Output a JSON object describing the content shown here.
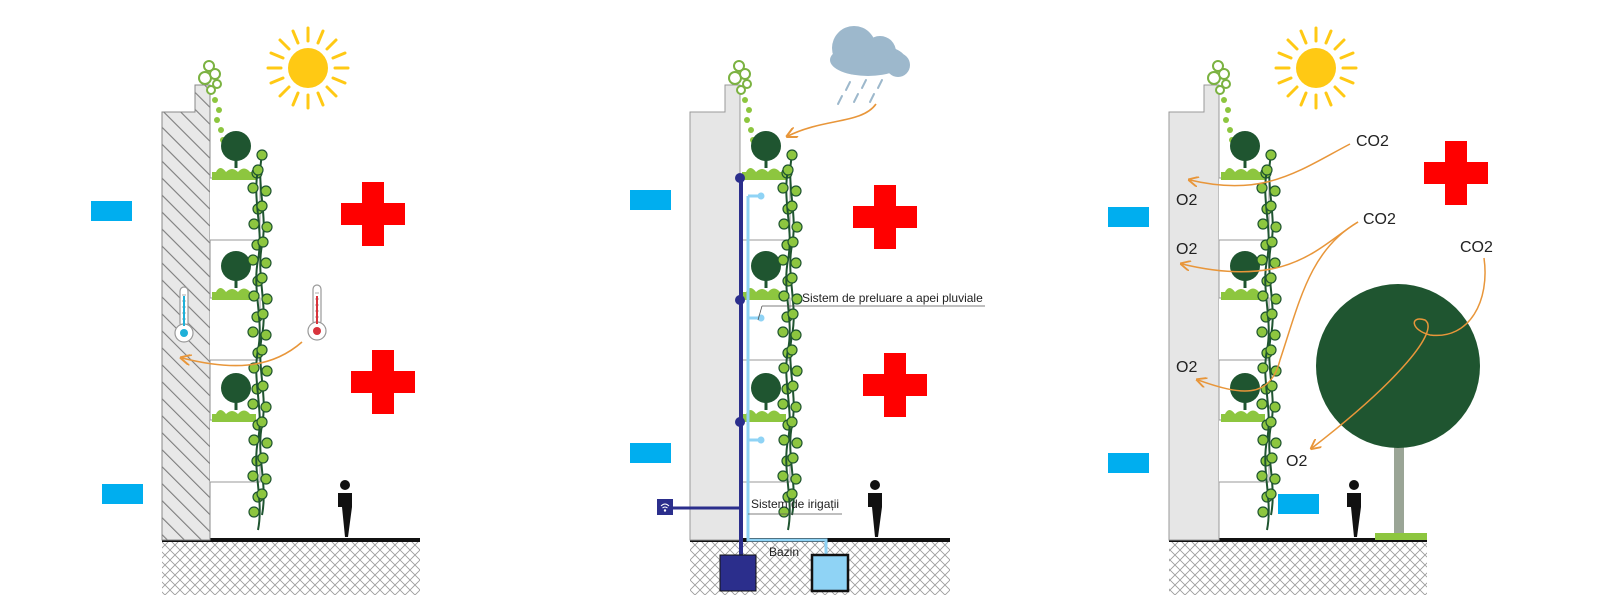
{
  "title": "Green wall benefits diagram",
  "colors": {
    "plant_dark": "#1f5530",
    "plant_light": "#8dc63f",
    "plus_red": "#ff0000",
    "minus_blue": "#00aeef",
    "arrow_orange": "#e8963a",
    "wall_gray": "#e6e6e6",
    "pipe_dark": "#2b2e8c",
    "pipe_light": "#8fd3f5"
  },
  "panels": {
    "insulation": {
      "plus_signs": "+",
      "minus_signs": "−",
      "icons": [
        "sun-icon",
        "thermometer-cold-icon",
        "thermometer-hot-icon",
        "person-icon"
      ]
    },
    "irrigation": {
      "label_rainwater": "Sistem de preluare a apei pluviale",
      "label_irrigation": "Sistem de irigații",
      "label_tank": "Bazin",
      "icons": [
        "cloud-rain-icon",
        "wifi-sensor-icon",
        "person-icon"
      ]
    },
    "air_quality": {
      "co2_labels": [
        "CO2",
        "CO2",
        "CO2"
      ],
      "o2_labels": [
        "O2",
        "O2",
        "O2",
        "O2"
      ],
      "icons": [
        "sun-icon",
        "tree-icon",
        "person-icon"
      ]
    }
  }
}
